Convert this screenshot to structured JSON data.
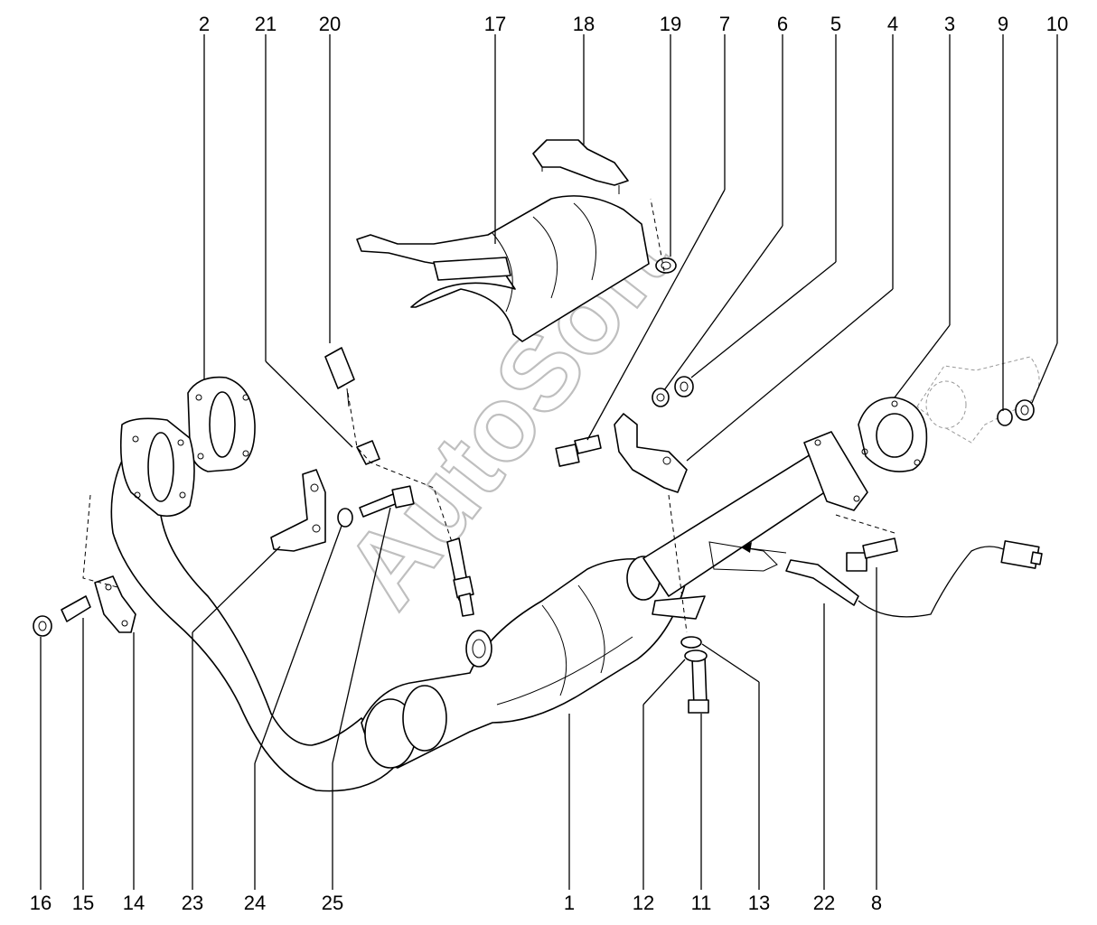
{
  "watermark": "AutoSoft",
  "callouts": {
    "n1": "1",
    "n2": "2",
    "n3": "3",
    "n4": "4",
    "n5": "5",
    "n6": "6",
    "n7": "7",
    "n8": "8",
    "n9": "9",
    "n10": "10",
    "n11": "11",
    "n12": "12",
    "n13": "13",
    "n14": "14",
    "n15": "15",
    "n16": "16",
    "n17": "17",
    "n18": "18",
    "n19": "19",
    "n20": "20",
    "n21": "21",
    "n22": "22",
    "n23": "23",
    "n24": "24",
    "n25": "25"
  }
}
